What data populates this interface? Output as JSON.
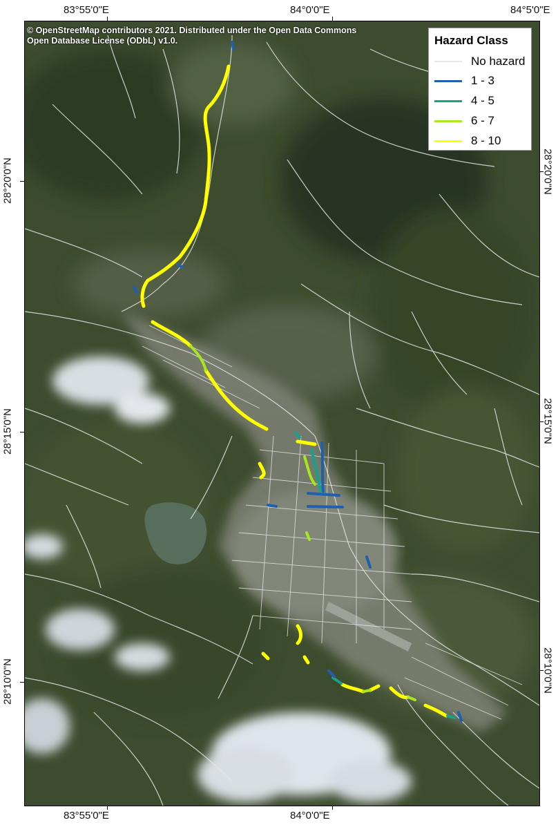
{
  "axis_labels": {
    "top": [
      "83°55'0\"E",
      "84°0'0\"E",
      "84°5'0\"E"
    ],
    "bottom": [
      "83°55'0\"E",
      "84°0'0\"E"
    ],
    "left": [
      "28°20'0\"N",
      "28°15'0\"N",
      "28°10'0\"N"
    ],
    "right": [
      "28°20'0\"N",
      "28°15'0\"N",
      "28°10'0\"N"
    ]
  },
  "attribution": {
    "line1": "© OpenStreetMap contributors 2021. Distributed under the Open Data Commons",
    "line2": "Open Database License (ODbL) v1.0."
  },
  "legend": {
    "title": "Hazard Class",
    "items": [
      {
        "label": "No hazard",
        "color": "#e6e6e6"
      },
      {
        "label": "1 - 3",
        "color": "#1f5fb0"
      },
      {
        "label": "4 - 5",
        "color": "#19a08a"
      },
      {
        "label": "6 - 7",
        "color": "#a8e61e"
      },
      {
        "label": "8 - 10",
        "color": "#ffff00"
      }
    ]
  },
  "colors": {
    "forest": "#3a4a2c",
    "urban": "#8c8c80",
    "lake": "#58705e",
    "cloud": "#dfe4ea",
    "roads": "#e6e6e6"
  }
}
